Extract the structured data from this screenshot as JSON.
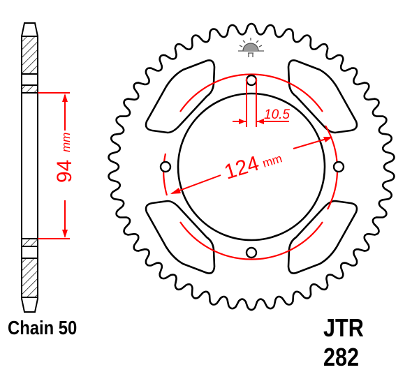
{
  "title": "JTR 282",
  "footer": {
    "chain_label": "Chain 50",
    "part_number": "JTR 282"
  },
  "dimensions": {
    "pcd": {
      "value": "124",
      "unit": "mm"
    },
    "center_bore_depth": {
      "value": "94",
      "unit": "mm"
    },
    "bolt_hole": {
      "value": "10.5"
    }
  },
  "sprocket": {
    "teeth": 46,
    "bolt_holes": 4,
    "lightening_cutouts": 4
  },
  "colors": {
    "outline": "#000000",
    "dimension": "#ff0000",
    "logo": "#555555"
  },
  "icons": {
    "logo": "sunrise-logo-icon"
  }
}
